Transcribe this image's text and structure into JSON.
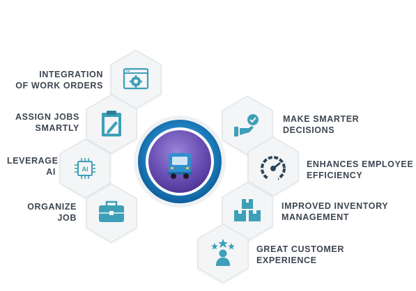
{
  "left_items": [
    {
      "line1": "INTEGRATION",
      "line2": "OF WORK ORDERS",
      "icon": "settings-window-icon"
    },
    {
      "line1": "ASSIGN JOBS",
      "line2": "SMARTLY",
      "icon": "clipboard-pencil-icon"
    },
    {
      "line1": "LEVERAGE",
      "line2": "AI",
      "icon": "ai-chip-icon"
    },
    {
      "line1": "ORGANIZE",
      "line2": "JOB",
      "icon": "briefcase-icon"
    }
  ],
  "right_items": [
    {
      "line1": "MAKE SMARTER",
      "line2": "DECISIONS",
      "icon": "hand-check-icon"
    },
    {
      "line1": "ENHANCES EMPLOYEE",
      "line2": "EFFICIENCY",
      "icon": "speedometer-icon"
    },
    {
      "line1": "IMPROVED INVENTORY",
      "line2": "MANAGEMENT",
      "icon": "stacked-boxes-icon"
    },
    {
      "line1": "GREAT CUSTOMER",
      "line2": "EXPERIENCE",
      "icon": "customer-stars-icon"
    }
  ],
  "center_icon": "delivery-truck-icon",
  "colors": {
    "accent": "#3d9fb8",
    "text": "#3c4550",
    "hex_fill": "#f3f5f6",
    "hex_stroke": "#e2e6e9",
    "center_ring": "#1f7fbf",
    "center_inner": "#6a4fb3"
  }
}
